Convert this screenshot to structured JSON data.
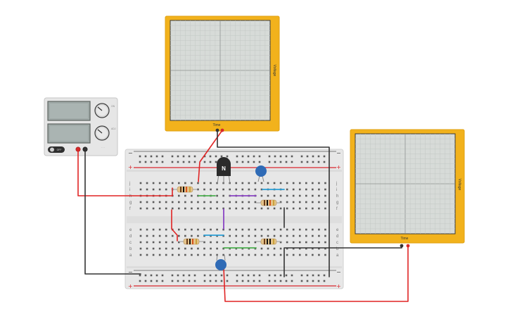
{
  "oscilloscope_top": {
    "x_axis_label": "Time",
    "y_axis_label": "Voltage"
  },
  "oscilloscope_right": {
    "x_axis_label": "Time",
    "y_axis_label": "Voltage"
  },
  "power_supply": {
    "button_label": "OFF",
    "knob_labels": [
      "ON",
      "ADJ"
    ]
  },
  "breadboard": {
    "row_letters_top": [
      "j",
      "i",
      "h",
      "g",
      "f"
    ],
    "row_letters_bottom": [
      "e",
      "d",
      "c",
      "b",
      "a"
    ],
    "plus_sign": "+",
    "minus_sign": "−"
  },
  "transistor": {
    "label": "N"
  },
  "colors": {
    "oscilloscope_frame": "#f2b21c",
    "screen": "#d7dbd8",
    "breadboard": "#e7e7e7",
    "rail_red": "#d8262c",
    "wire_red": "#e02424",
    "wire_black": "#333333",
    "capacitor": "#2f6bb6",
    "wire_green": "#4caf4f",
    "wire_purple": "#8a44c4",
    "wire_blue": "#2a9fd6"
  }
}
